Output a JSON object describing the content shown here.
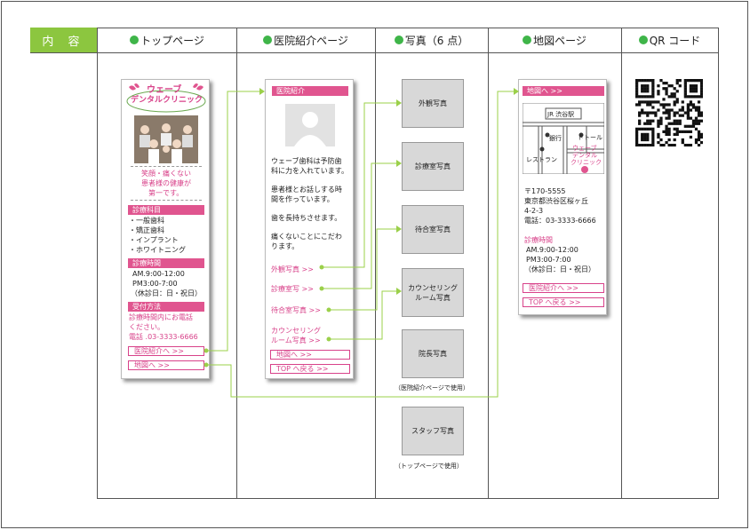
{
  "header": {
    "first": "内 容",
    "columns": [
      "トップページ",
      "医院紹介ページ",
      "写真（6 点）",
      "地図ページ",
      "QR コード"
    ]
  },
  "top": {
    "logo_line1": "ウェーブ",
    "logo_line2": "デンタルクリニック",
    "tagline": [
      "笑顔・痛くない",
      "患者様の健康が",
      "第一です。"
    ],
    "section1": "診療科目",
    "subjects": [
      "・一般歯科",
      "・矯正歯科",
      "・インプラント",
      "・ホワイトニング"
    ],
    "section2": "診療時間",
    "hours": [
      "AM.9:00-12:00",
      "PM3:00-7:00",
      "（休診日：日・祝日）"
    ],
    "section3": "受付方法",
    "reception": [
      "診療時間内にお電話",
      "ください。",
      "電話 .03-3333-6666"
    ],
    "link1": "医院紹介へ >>",
    "link2": "地図へ >>"
  },
  "intro": {
    "title": "医院紹介",
    "body": [
      "ウェーブ歯科は予防歯",
      "科に力を入れています。",
      "",
      "患者様とお話しする時",
      "間を作っています。",
      "",
      "歯を長持ちさせます。",
      "",
      "痛くないことにこだわ",
      "ります。"
    ],
    "links": [
      "外観写真 >>",
      "診療室写 >>",
      "待合室写真 >>",
      "カウンセリング",
      "ルーム写真 >>"
    ],
    "btn1": "地図へ >>",
    "btn2": "TOP へ戻る >>"
  },
  "photos": {
    "items": [
      "外観写真",
      "診療室写真",
      "待合室写真",
      "カウンセリング\nルーム写真",
      "院長写真",
      "スタッフ写真"
    ],
    "cap1": "（医院紹介ページで使用）",
    "cap2": "（トップページで使用）"
  },
  "map": {
    "title": "地図へ >>",
    "station": "JR 渋谷駅",
    "bank": "銀行",
    "doutor": "ドトール",
    "restaurant": "レストラン",
    "clinic": [
      "ウェーブ",
      "デンタル",
      "クリニック"
    ],
    "address": [
      "〒170-5555",
      "東京都渋谷区桜ヶ丘",
      "4-2-3",
      "電話：03-3333-6666"
    ],
    "hours_label": "診療時間",
    "hours": [
      "AM.9:00-12:00",
      "PM3:00-7:00",
      "（休診日：日・祝日）"
    ],
    "btn1": "医院紹介へ >>",
    "btn2": "TOP へ戻る >>"
  },
  "colors": {
    "green": "#8cc63f",
    "dot": "#3fb549",
    "pink": "#e0558f",
    "connector": "#9bd04a"
  }
}
